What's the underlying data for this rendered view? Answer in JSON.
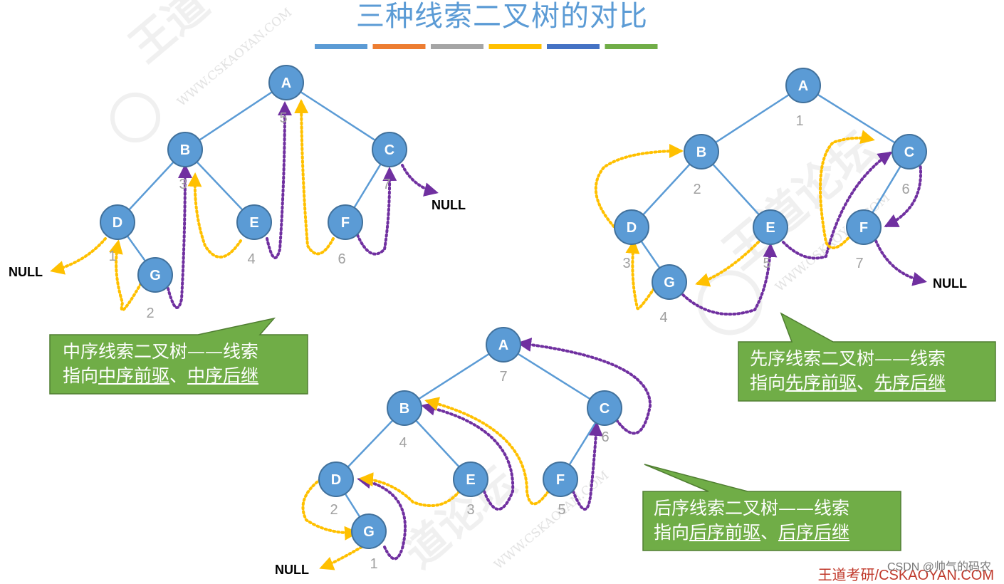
{
  "title": "三种线索二叉树的对比",
  "title_color": "#5B9BD5",
  "color_bars": [
    "#5B9BD5",
    "#ED7D31",
    "#A5A5A5",
    "#FFC000",
    "#4472C4",
    "#70AD47"
  ],
  "colors": {
    "node": "#5B9BD5",
    "edge": "#5B9BD5",
    "pred_thread": "#FFC000",
    "succ_thread": "#7030A0",
    "callout": "#70AD47",
    "order_number": "#A0A0A0"
  },
  "null_label": "NULL",
  "inorder": {
    "nodes": [
      {
        "label": "A",
        "order": "5"
      },
      {
        "label": "B",
        "order": "3"
      },
      {
        "label": "C",
        "order": "7"
      },
      {
        "label": "D",
        "order": "1"
      },
      {
        "label": "E",
        "order": "4"
      },
      {
        "label": "F",
        "order": "6"
      },
      {
        "label": "G",
        "order": "2"
      }
    ],
    "callout_line1": "中序线索二叉树——线索",
    "callout_prefix": "指向",
    "callout_u1": "中序前驱",
    "callout_sep": "、",
    "callout_u2": "中序后继"
  },
  "preorder": {
    "nodes": [
      {
        "label": "A",
        "order": "1"
      },
      {
        "label": "B",
        "order": "2"
      },
      {
        "label": "C",
        "order": "6"
      },
      {
        "label": "D",
        "order": "3"
      },
      {
        "label": "E",
        "order": "5"
      },
      {
        "label": "F",
        "order": "7"
      },
      {
        "label": "G",
        "order": "4"
      }
    ],
    "callout_line1": "先序线索二叉树——线索",
    "callout_prefix": "指向",
    "callout_u1": "先序前驱",
    "callout_sep": "、",
    "callout_u2": "先序后继"
  },
  "postorder": {
    "nodes": [
      {
        "label": "A",
        "order": "7"
      },
      {
        "label": "B",
        "order": "4"
      },
      {
        "label": "C",
        "order": "6"
      },
      {
        "label": "D",
        "order": "2"
      },
      {
        "label": "E",
        "order": "3"
      },
      {
        "label": "F",
        "order": "5"
      },
      {
        "label": "G",
        "order": "1"
      }
    ],
    "callout_line1": "后序线索二叉树——线索",
    "callout_prefix": "指向",
    "callout_u1": "后序前驱",
    "callout_sep": "、",
    "callout_u2": "后序后继"
  },
  "watermark_text": "WWW.CSKAOYAN.COM",
  "footer_watermark": "王道考研/CSKAOYAN.COM",
  "csdn_credit": "CSDN @帅气的码农"
}
